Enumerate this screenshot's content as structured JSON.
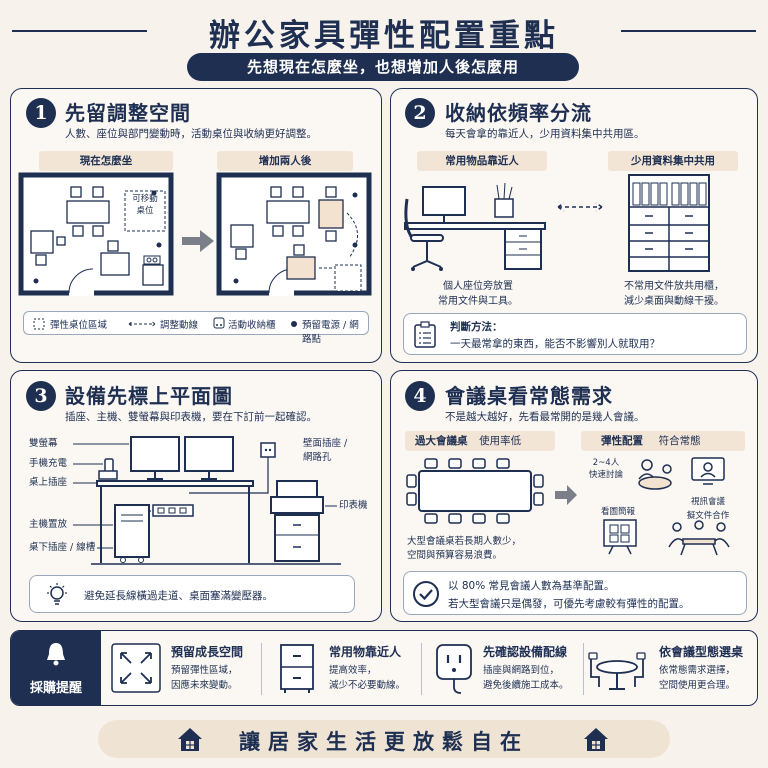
{
  "header": {
    "title": "辦公家具彈性配置重點",
    "subtitle": "先想現在怎麼坐，也想增加人後怎麼用"
  },
  "p1": {
    "num": "1",
    "title": "先留調整空間",
    "desc": "人數、座位與部門變動時，活動桌位與收納更好調整。",
    "tag_now": "現在怎麼坐",
    "tag_add": "增加兩人後",
    "movable": "可移動桌位",
    "legend": [
      "彈性桌位區域",
      "調整動線",
      "活動收納櫃",
      "預留電源 / 網路點"
    ]
  },
  "p2": {
    "num": "2",
    "title": "收納依頻率分流",
    "desc": "每天會拿的靠近人，少用資料集中共用區。",
    "tag_near": "常用物品靠近人",
    "tag_share": "少用資料集中共用",
    "left_caption": [
      "個人座位旁放置",
      "常用文件與工具。"
    ],
    "right_caption": [
      "不常用文件放共用櫃，",
      "減少桌面與動線干擾。"
    ],
    "judge_label": "判斷方法：",
    "judge_text": "一天最常拿的東西，能否不影響別人就取用？"
  },
  "p3": {
    "num": "3",
    "title": "設備先標上平面圖",
    "desc": "插座、主機、雙螢幕與印表機，要在下訂前一起確認。",
    "labels": {
      "dual": "雙螢幕",
      "phone": "手機充電",
      "desk_socket": "桌上插座",
      "host": "主機置放",
      "under": "桌下插座 / 線槽",
      "wall": [
        "壁面插座 /",
        "網路孔"
      ],
      "printer": "印表機"
    },
    "tip": "避免延長線橫過走道、桌面塞滿變壓器。"
  },
  "p4": {
    "num": "4",
    "title": "會議桌看常態需求",
    "desc": "不是越大越好，先看最常開的是幾人會議。",
    "tag_big": "過大會議桌",
    "tag_big_note": "使用率低",
    "tag_flex": "彈性配置",
    "tag_flex_note": "符合常態",
    "big_caption": [
      "大型會議桌若長期人數少，",
      "空間與預算容易浪費。"
    ],
    "quick": [
      "2~4人",
      "快速討論"
    ],
    "video": [
      "視訊會議",
      "擬文件合作"
    ],
    "board": "看圖簡報",
    "check": [
      "以 80% 常見會議人數為基準配置。",
      "若大型會議只是偶發，可優先考慮較有彈性的配置。"
    ]
  },
  "tips": {
    "label": "採購提醒",
    "items": [
      {
        "title": "預留成長空間",
        "desc": [
          "預留彈性區域，",
          "因應未來變動。"
        ]
      },
      {
        "title": "常用物靠近人",
        "desc": [
          "提高效率，",
          "減少不必要動線。"
        ]
      },
      {
        "title": "先確認設備配線",
        "desc": [
          "插座與網路到位，",
          "避免後續施工成本。"
        ]
      },
      {
        "title": "依會議型態選桌",
        "desc": [
          "依常態需求選擇，",
          "空間使用更合理。"
        ]
      }
    ]
  },
  "footer": {
    "text": "讓居家生活更放鬆自在"
  },
  "colors": {
    "navy": "#1e2f52",
    "beige": "#f3e5d6",
    "bg": "#f7f3ec"
  }
}
